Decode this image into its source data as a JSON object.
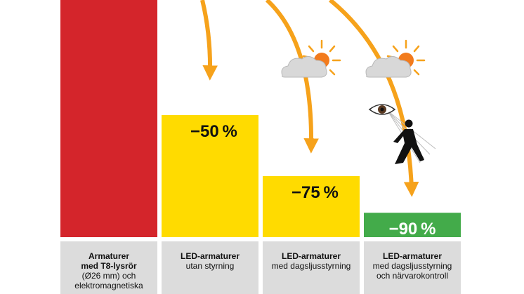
{
  "colors": {
    "baseline": "#d4252b",
    "led": "#ffdb00",
    "best": "#43ab4a",
    "arrow": "#f6a21b",
    "caption_bg": "#dcdcdc"
  },
  "icons": [
    "sun-behind-cloud-icon",
    "eye-icon",
    "walking-person-icon"
  ],
  "chart_data": {
    "type": "bar",
    "title": "",
    "xlabel": "",
    "ylabel": "",
    "ylim": [
      0,
      100
    ],
    "categories": [
      {
        "title": "Armaturer",
        "lines": [
          "med T8-lysrör",
          "(Ø26 mm) och",
          "elektromagnetiska"
        ]
      },
      {
        "title": "LED-armaturer",
        "lines": [
          "utan styrning"
        ]
      },
      {
        "title": "LED-armaturer",
        "lines": [
          "med dagsljusstyrning"
        ]
      },
      {
        "title": "LED-armaturer",
        "lines": [
          "med dagsljusstyrning",
          "och närvarokontroll"
        ]
      }
    ],
    "values": [
      100,
      50,
      25,
      10
    ],
    "data_labels": [
      "",
      "−50 %",
      "−75 %",
      "−90 %"
    ]
  }
}
